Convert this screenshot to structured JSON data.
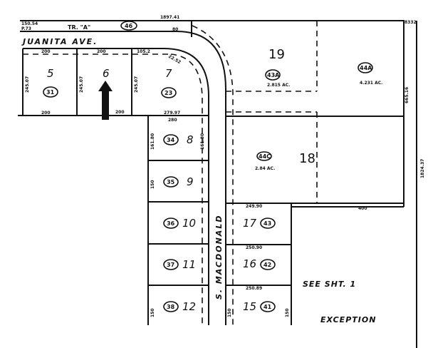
{
  "map": {
    "tract": {
      "label": "TR. \"A\"",
      "parcel": "46",
      "dim_left_top": "150.54",
      "dim_left_bottom": "P.73",
      "dim_top": "1897.41",
      "dim_small": "80"
    },
    "streets": {
      "juanita": "JUANITA AVE.",
      "macdonald": "S. MACDONALD"
    },
    "lots": [
      {
        "lot": "5",
        "parcel": "31",
        "front": "200",
        "rear": "200",
        "side": "245.07"
      },
      {
        "lot": "6",
        "parcel": "",
        "front": "200",
        "rear": "200",
        "side": "245.07"
      },
      {
        "lot": "7",
        "parcel": "23",
        "front": "105.2",
        "rear": "279.97",
        "side": "245.07",
        "arc": "22.52"
      },
      {
        "lot": "8",
        "parcel": "34",
        "front": "280",
        "side": "161.80"
      },
      {
        "lot": "9",
        "parcel": "35",
        "side": "150"
      },
      {
        "lot": "10",
        "parcel": "36"
      },
      {
        "lot": "11",
        "parcel": "37"
      },
      {
        "lot": "12",
        "parcel": "38",
        "side": "150"
      },
      {
        "lot": "15",
        "parcel": "41",
        "front": "250.89",
        "side": "150"
      },
      {
        "lot": "16",
        "parcel": "42",
        "front": "250.90"
      },
      {
        "lot": "17",
        "parcel": "43",
        "front": "249.90"
      },
      {
        "lot": "18",
        "parcel": "44C",
        "area": "2.84 AC."
      },
      {
        "lot": "19",
        "parcel": "43A",
        "area": "2.815 AC."
      }
    ],
    "east_parcel": {
      "parcel": "44A",
      "area": "4.231 AC.",
      "side": "665.16",
      "corner": "8332",
      "outer": "1824.37",
      "bottom": "400"
    },
    "arrow_target_lot": "6",
    "notes": {
      "see_sheet": "SEE SHT. 1",
      "exception": "EXCEPTION"
    }
  }
}
